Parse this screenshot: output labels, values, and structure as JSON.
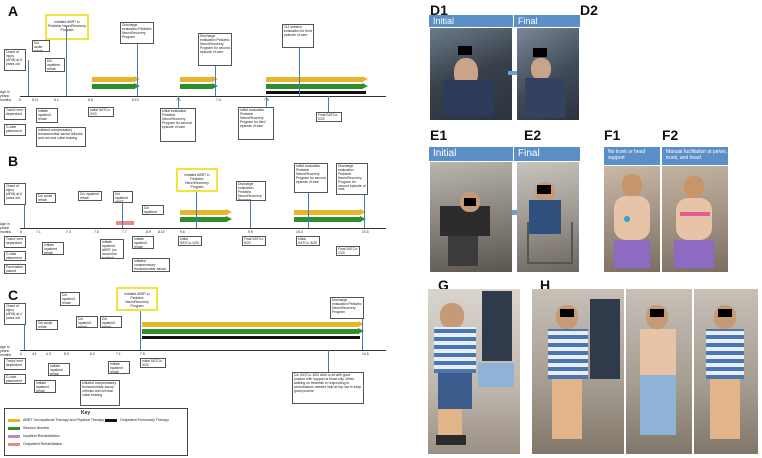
{
  "panels": {
    "A": "A",
    "B": "B",
    "C": "C",
    "D1": "D1",
    "D2": "D2",
    "E1": "E1",
    "E2": "E2",
    "F1": "F1",
    "F2": "F2",
    "G": "G",
    "H": "H"
  },
  "panel_a": {
    "axis_label": "Age in years/ months",
    "onset": "Onset of injury (AFM) at 5 years old",
    "ds_acute": "D/c acute rehab",
    "ds_inpatient": "D/c inpatient rehab",
    "initiated": "Initiated ABRT in Pediatric NeuroRecovery Program",
    "discharge1": "Discharge evaluation Pediatric NeuroRecovery Program",
    "discharge2": "Discharge evaluation Pediatric NeuroRecovery Program for second episode of care",
    "third": "112 session evaluation for third episode of care",
    "trach": "Trach/ vent dependent",
    "gtube": "G-tube placement",
    "initiate_inpatient": "Initiate inpatient rehab",
    "tlso": "Initiated compensatory thoracolumbar sacral orthosis and cervical collar bracing",
    "initial_satco": "Initial SATCo: 0/20",
    "initial_eval2": "Initial evaluation Pediatric NeuroRecovery Program for second episode of care",
    "initial_eval3": "Initial evaluation Pediatric NeuroRecovery Program for third episode of care",
    "final_satco": "Final SATCo: 0/20",
    "ticks": [
      "5",
      "5.11",
      "6.1",
      "6.8",
      "6.10",
      "7.1",
      "7.4",
      "7.8"
    ]
  },
  "panel_b": {
    "onset": "Onset of injury (AFM) at 6 years old",
    "ds_acute": "D/c acute rehab",
    "ds_inpatient": "D/c inpatient rehab",
    "ds_inpatient_abrt": "D/c inpatient ABRT",
    "ds_inpatient_rehab": "D/c inpatient rehab",
    "initiated": "Initiated ABRT in Pediatric NeuroRecovery Program",
    "discharge1": "Discharge evaluation Pediatric NeuroRecovery Program",
    "initial_eval2": "Initial evaluation Pediatric NeuroRecovery Program for second episode of care",
    "discharge2": "Discharge evaluation Pediatric NeuroRecovery Program for second episode of care",
    "trach": "Trach/ vent dependent",
    "gtube": "G-tube placement",
    "pacemaker": "Pacemaker placed",
    "initiate_inpatient": "Initiate inpatient rehab",
    "initiate_abrt": "Initiate inpatient ABRT (no locomotor training)",
    "initiate_inpatient2": "Initiate inpatient rehab",
    "tlso": "Initiated compensatory thoracolumbar sacral orthosis",
    "initial_satco": "Initial SATCo: 0/20",
    "final_satco": "Final SATCo: 8/20",
    "initial_satco2": "Initial SATCo: 8/20",
    "final_satco2": "Final SATCo: 1/20",
    "ticks": [
      "6",
      "7.1",
      "7.3",
      "7.5",
      "7.7",
      "8.9",
      "8.10",
      "9.6",
      "9.9",
      "10.4",
      "10.5"
    ]
  },
  "panel_c": {
    "onset": "Onset of injury (AFM) at 4 years old",
    "ds_acute": "D/c acute rehab",
    "ds_inpatient": "D/c inpatient rehab",
    "ds_inpatient2": "D/c inpatient rehab",
    "ds_inpatient3": "D/c inpatient rehab",
    "initiated": "Initiated ABRT in Pediatric NeuroRecovery Program",
    "discharge": "Discharge evaluation Pediatric NeuroRecovery Program",
    "trach": "Trach/ vent dependent",
    "gtube": "G-tube placement",
    "initiate_inpatient": "Initiate inpatient rehab",
    "initiate_inpatient2": "Initiate inpatient rehab",
    "tlso": "Initiated compensatory thoracolumbar sacral orthosis and cervical collar bracing",
    "initiate_inpatient3": "Initiate inpatient rehab",
    "initial_satco": "Initial SATCo: 0/20",
    "final_note": "D/c SATCo: 8/20 Able to sit with good posture with support at head only. When walking on treadmill or responding to perturbations needed help at hip row to keep good posture",
    "ticks": [
      "4",
      "4.1",
      "4.3",
      "5.0",
      "6.2",
      "7.1",
      "7.5",
      "14.5"
    ]
  },
  "key": {
    "title": "Key",
    "items": [
      {
        "label": "ABRT Occupational Therapy and Physical Therapy",
        "color": "#e6b52e"
      },
      {
        "label": "Session Number",
        "color": "#2f8f2f"
      },
      {
        "label": "Inpatient Rehabilitation",
        "color": "#b48ac8"
      },
      {
        "label": "Outpatient Rehabilitation",
        "color": "#e88a8a"
      }
    ],
    "outpatient_pulmonary": {
      "label": "Outpatient Pulmonary Therapy",
      "color": "#111111"
    }
  },
  "photo_headers": {
    "d1_initial": "Initial",
    "d1_final": "Final",
    "e1_initial": "Initial",
    "e1_final": "Final",
    "f1": "No trunk or head support",
    "f2": "Manual facilitation at pelvis, trunk, and head"
  },
  "colors": {
    "abrt": "#e6b52e",
    "session": "#2f8f2f",
    "inpatient": "#b48ac8",
    "outpatient": "#e88a8a",
    "header_blue": "#5b8fc7",
    "connector": "#3e7cbf",
    "highlight": "#f2e33a"
  }
}
